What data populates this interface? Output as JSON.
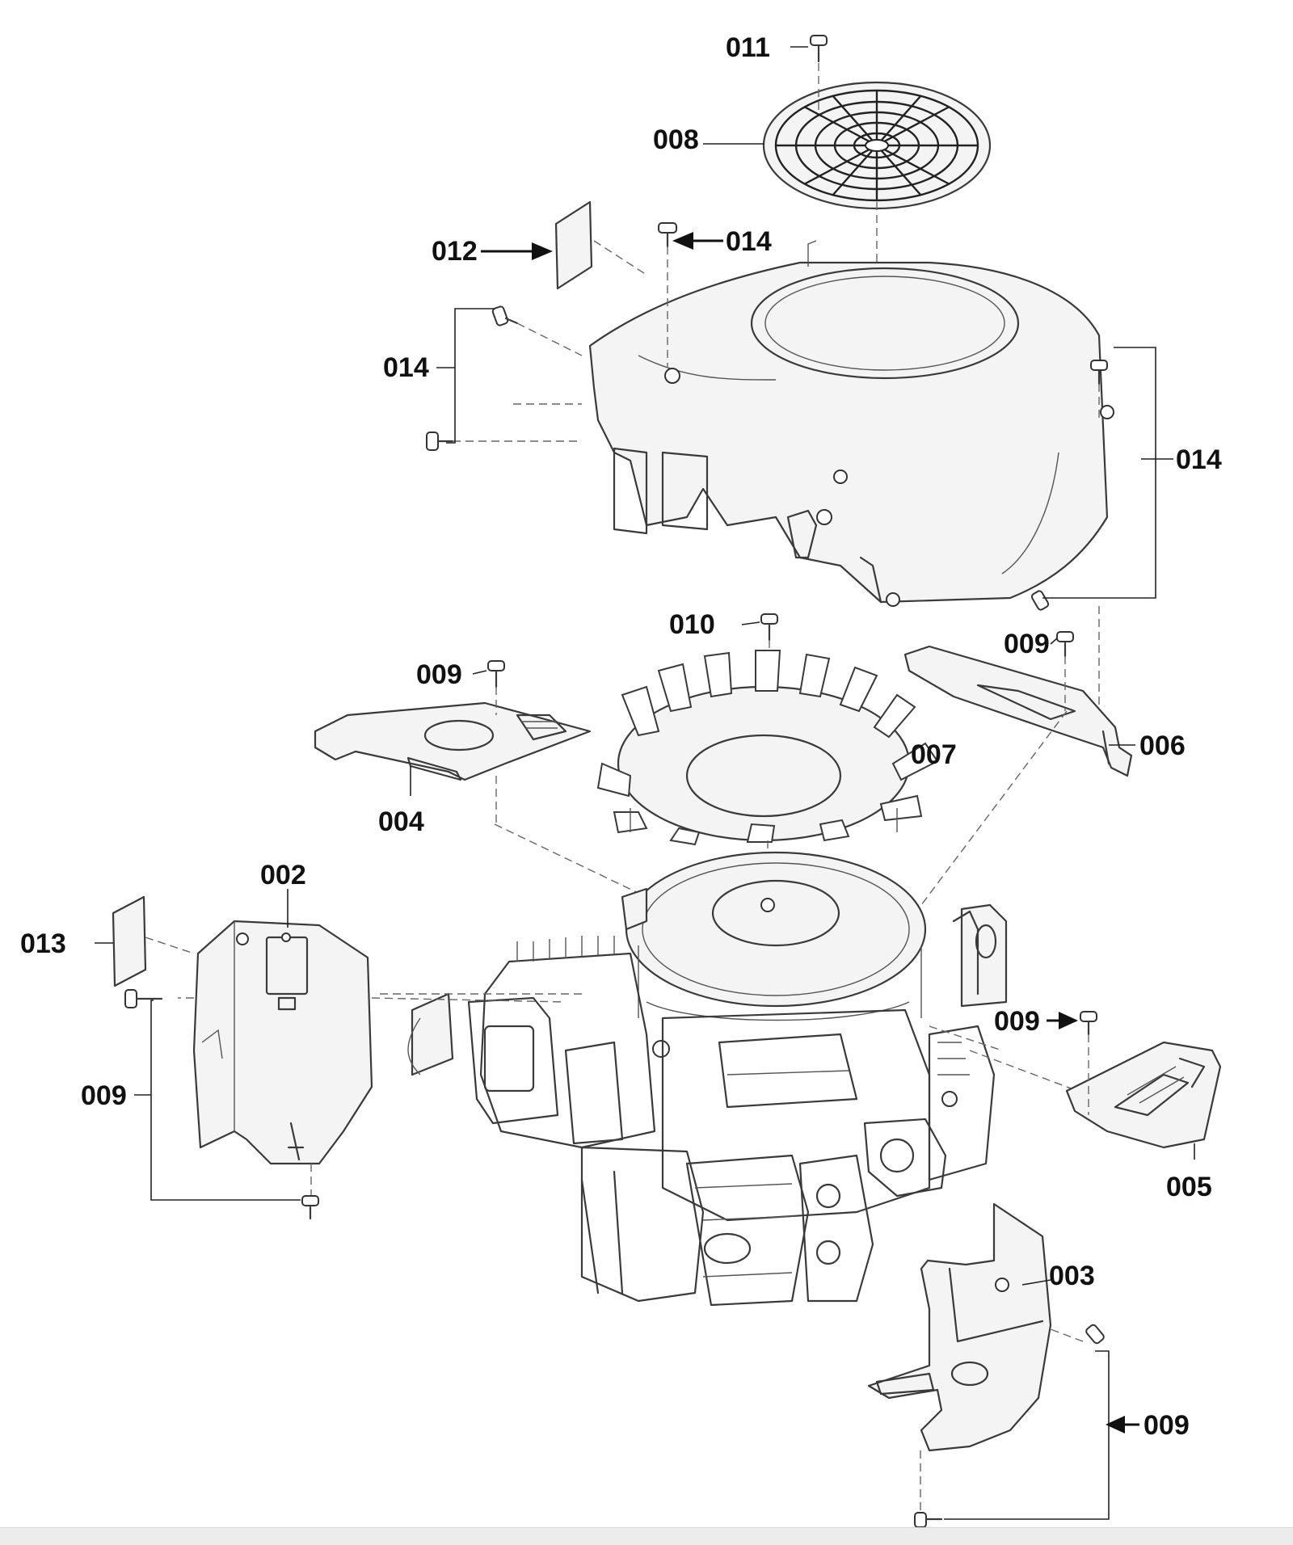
{
  "callouts": {
    "c011": "011",
    "c008": "008",
    "c012": "012",
    "c014_top": "014",
    "c014_left": "014",
    "c014_right": "014",
    "c010": "010",
    "c009_top_right": "009",
    "c009_top_left": "009",
    "c007": "007",
    "c006": "006",
    "c004": "004",
    "c002": "002",
    "c013": "013",
    "c009_left": "009",
    "c009_mid_right": "009",
    "c005": "005",
    "c003": "003",
    "c009_bottom": "009"
  }
}
